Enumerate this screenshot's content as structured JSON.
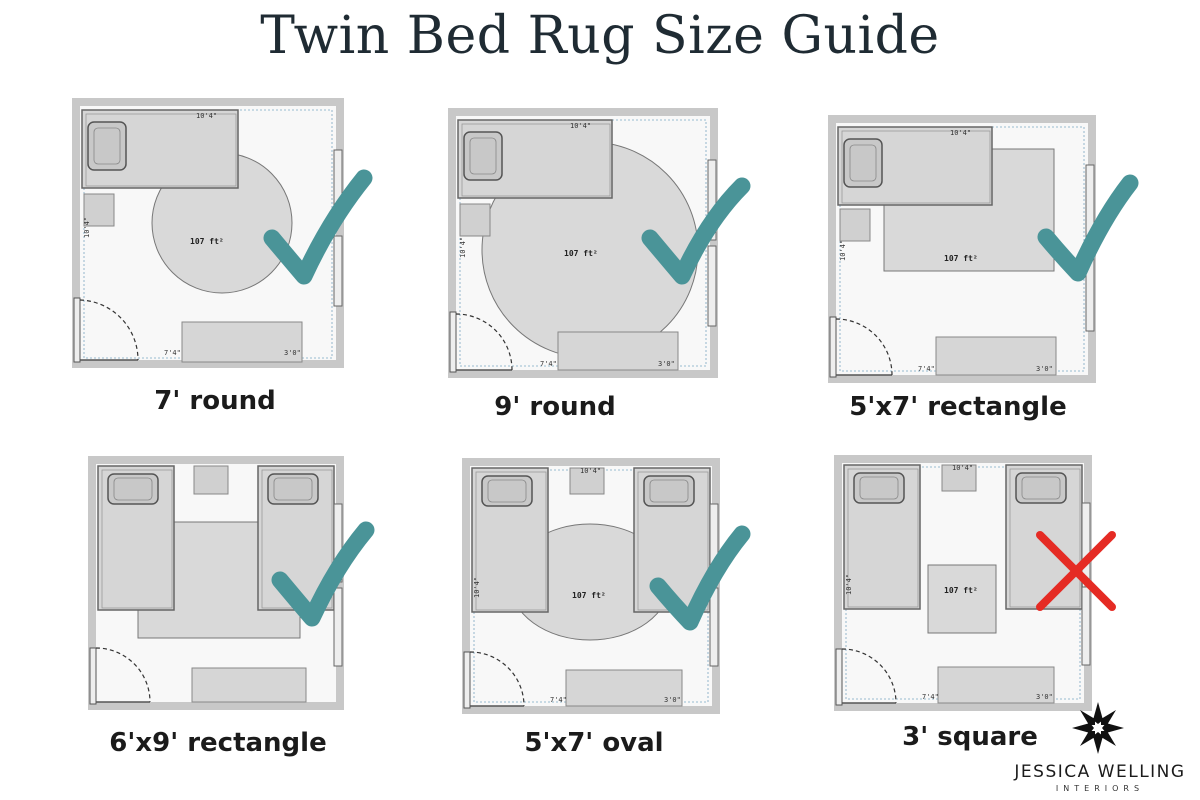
{
  "title": "Twin Bed Rug Size Guide",
  "colors": {
    "check": "#4a9498",
    "cross": "#e52b24",
    "wall": "#c8c8c8",
    "floor": "#f7f7f7",
    "rug": "#d8d8d8"
  },
  "plan_labels": {
    "top_dim": "10'4\"",
    "side_dim": "10'4\"",
    "bottom_left_dim": "7'4\"",
    "bottom_right_dim": "3'0\"",
    "area": "107 ft²"
  },
  "panels": [
    {
      "caption": "7' round",
      "verdict": "check",
      "layout": "one-bed",
      "rug": "round-7"
    },
    {
      "caption": "9' round",
      "verdict": "check",
      "layout": "one-bed",
      "rug": "round-9"
    },
    {
      "caption": "5'x7' rectangle",
      "verdict": "check",
      "layout": "one-bed",
      "rug": "rect-5x7"
    },
    {
      "caption": "6'x9' rectangle",
      "verdict": "check",
      "layout": "two-bed",
      "rug": "rect-6x9"
    },
    {
      "caption": "5'x7' oval",
      "verdict": "check",
      "layout": "two-bed",
      "rug": "oval-5x7"
    },
    {
      "caption": "3' square",
      "verdict": "cross",
      "layout": "two-bed",
      "rug": "square-3"
    }
  ],
  "logo": {
    "name": "JESSICA WELLING",
    "sub": "INTERIORS",
    "icon": "starburst-logo-icon"
  }
}
